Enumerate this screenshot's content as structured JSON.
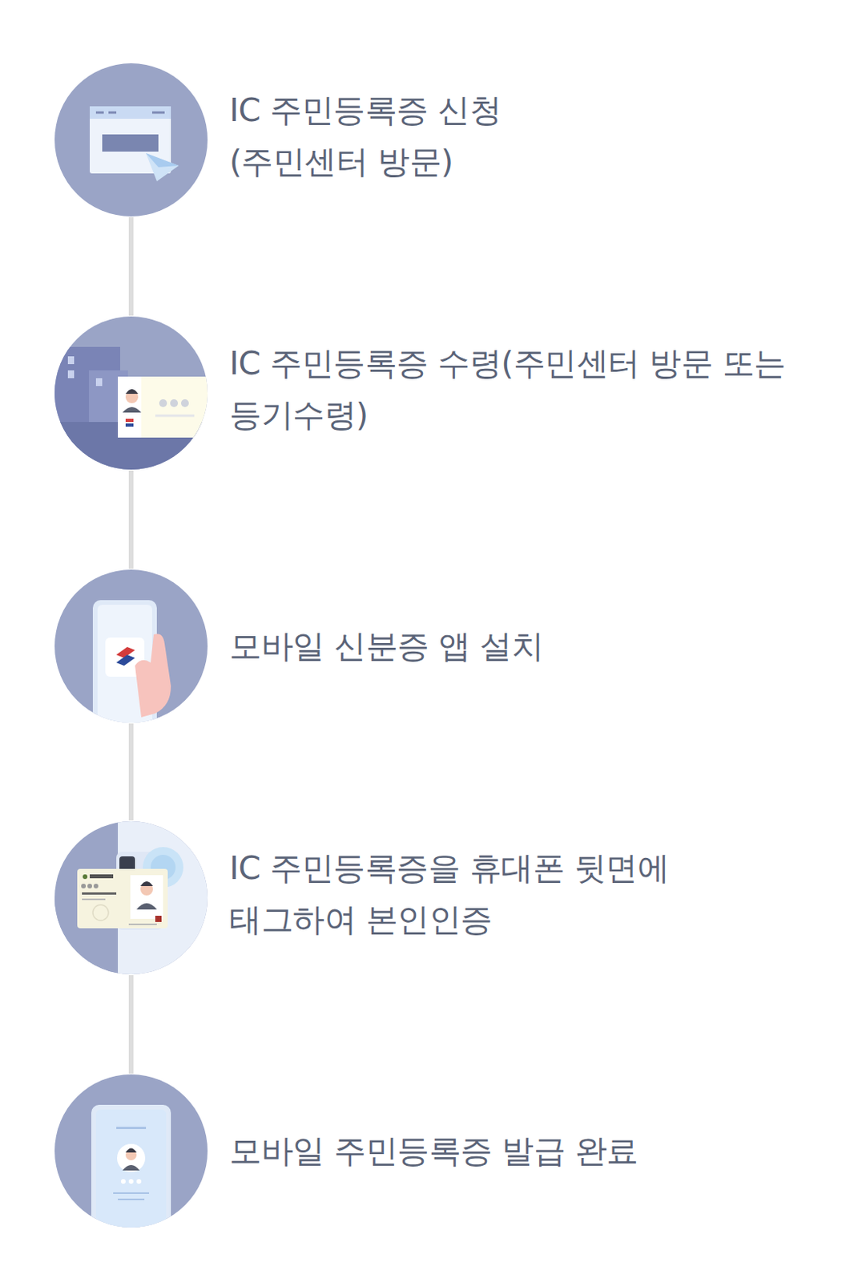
{
  "diagram": {
    "nodes": [
      {
        "text": [
          "IC 주민등록증 신청 (주민센터 방문)"
        ]
      },
      {
        "text": [
          "IC 주민등록증 수령(주민센터 방문 또는 등기수령)"
        ]
      },
      {
        "text": [
          "모바일 신분증 앱 설치"
        ]
      },
      {
        "text": [
          "IC 주민등록증을 휴대폰 뒷면에 태그하여 본인인증"
        ]
      },
      {
        "text": [
          "모바일 주민등록증 발급 완료"
        ]
      }
    ],
    "edges": [
      {
        "from": 0,
        "to": 1,
        "arrow": "none"
      },
      {
        "from": 1,
        "to": 2,
        "arrow": "none"
      },
      {
        "from": 2,
        "to": 3,
        "arrow": "none"
      },
      {
        "from": 3,
        "to": 4,
        "arrow": "none"
      }
    ]
  }
}
